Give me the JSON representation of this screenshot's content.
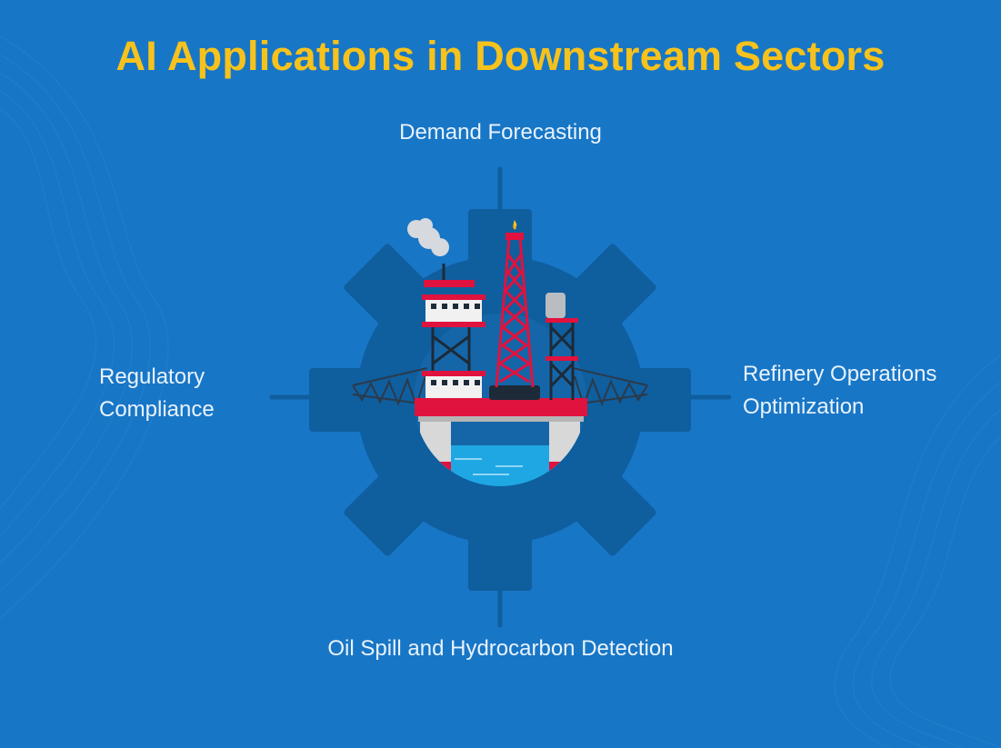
{
  "title": "AI Applications in Downstream Sectors",
  "center_graphic": {
    "icon": "offshore-oil-rig-icon",
    "frame_icon": "gear-icon"
  },
  "applications": {
    "top": "Demand Forecasting",
    "right": [
      "Refinery Operations",
      "Optimization"
    ],
    "bottom": "Oil Spill and Hydrocarbon Detection",
    "left": [
      "Regulatory",
      "Compliance"
    ]
  },
  "colors": {
    "background": "#1876c6",
    "title": "#f7c21c",
    "label_text": "#e9f3fc",
    "gear": "#0f5e9e",
    "rig_red": "#e0123e",
    "water": "#1fa7e3"
  }
}
